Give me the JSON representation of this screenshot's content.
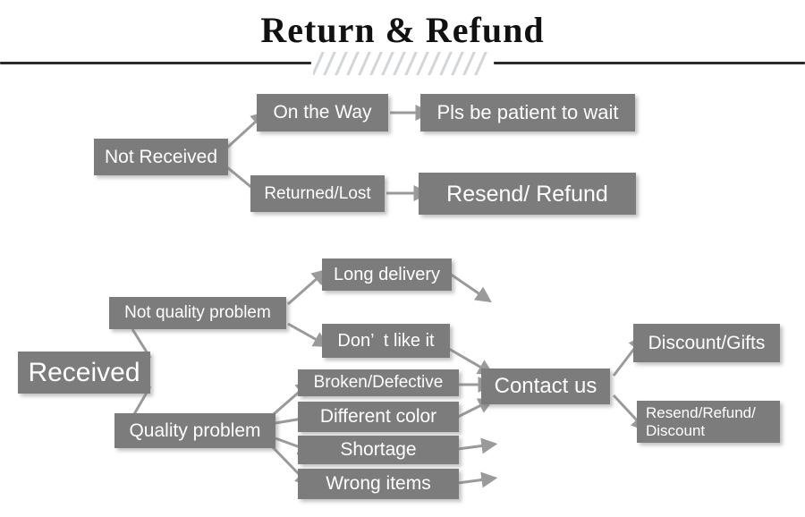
{
  "header": {
    "title": "Return & Refund",
    "divider": {
      "style": "hatched-rule",
      "hatch_count": 15
    }
  },
  "colors": {
    "node_fill": "#7c7c7c",
    "node_text": "#ffffff",
    "arrow": "#9a9a9a",
    "rule": "#2b2b2b",
    "hatch": "#d3d6d9",
    "background": "#ffffff"
  },
  "diagram": {
    "type": "flowchart",
    "branches": [
      {
        "root": "Not Received",
        "paths": [
          {
            "condition": "On the Way",
            "outcome": "Pls be patient to wait"
          },
          {
            "condition": "Returned/Lost",
            "outcome": "Resend/ Refund"
          }
        ]
      },
      {
        "root": "Received",
        "categories": [
          {
            "label": "Not quality problem",
            "reasons": [
              "Long delivery",
              "Don’  t like it"
            ]
          },
          {
            "label": "Quality problem",
            "reasons": [
              "Broken/Defective",
              "Different color",
              "Shortage",
              "Wrong items"
            ]
          }
        ],
        "action": "Contact us",
        "resolutions": [
          "Discount/Gifts",
          "Resend/Refund/\nDiscount"
        ]
      }
    ]
  },
  "nodes": {
    "not_received": "Not Received",
    "on_the_way": "On the Way",
    "pls_be_patient": "Pls be patient to wait",
    "returned_lost": "Returned/Lost",
    "resend_refund": "Resend/ Refund",
    "received": "Received",
    "not_quality_problem": "Not quality problem",
    "quality_problem": "Quality problem",
    "long_delivery": "Long delivery",
    "dont_like_it": "Don’  t like it",
    "broken_defective": "Broken/Defective",
    "different_color": "Different color",
    "shortage": "Shortage",
    "wrong_items": "Wrong items",
    "contact_us": "Contact us",
    "discount_gifts": "Discount/Gifts",
    "resend_refund_discount": "Resend/Refund/\nDiscount"
  }
}
